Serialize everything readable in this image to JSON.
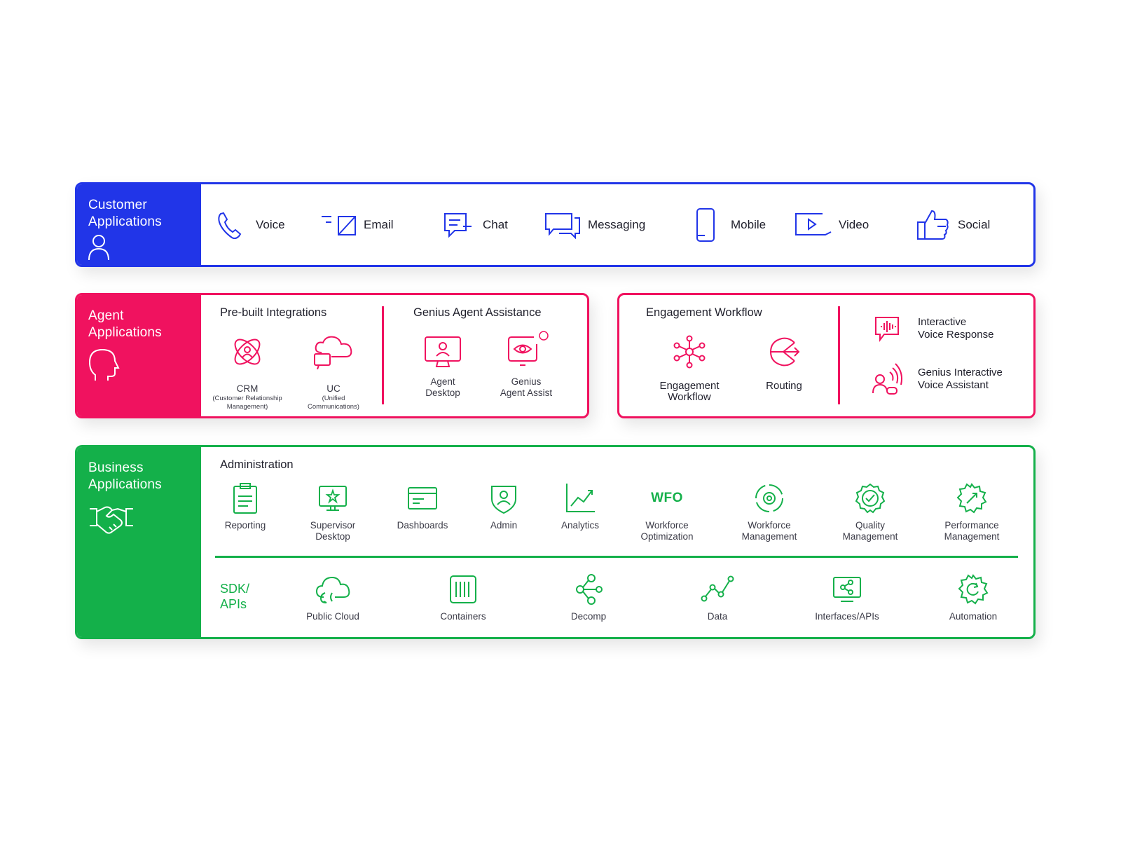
{
  "colors": {
    "customer": "#2135e8",
    "agent": "#f0125f",
    "business": "#14b04a"
  },
  "customer": {
    "title_line1": "Customer",
    "title_line2": "Applications",
    "icon": "person-icon",
    "channels": [
      {
        "label": "Voice",
        "icon": "phone-icon"
      },
      {
        "label": "Email",
        "icon": "email-icon"
      },
      {
        "label": "Chat",
        "icon": "chat-icon"
      },
      {
        "label": "Messaging",
        "icon": "messaging-icon"
      },
      {
        "label": "Mobile",
        "icon": "mobile-icon"
      },
      {
        "label": "Video",
        "icon": "video-icon"
      },
      {
        "label": "Social",
        "icon": "thumbs-up-icon"
      }
    ]
  },
  "agent": {
    "title_line1": "Agent",
    "title_line2": "Applications",
    "icon": "head-icon",
    "integrations": {
      "title": "Pre-built Integrations",
      "items": [
        {
          "label": "CRM",
          "sub": "(Customer Relationship Management)",
          "icon": "crm-icon"
        },
        {
          "label": "UC",
          "sub_line1": "(Unified",
          "sub_line2": "Communications)",
          "icon": "cloud-devices-icon"
        }
      ]
    },
    "assistance": {
      "title": "Genius Agent Assistance",
      "items": [
        {
          "line1": "Agent",
          "line2": "Desktop",
          "icon": "agent-desktop-icon"
        },
        {
          "line1": "Genius",
          "line2": "Agent Assist",
          "icon": "eye-assist-icon"
        }
      ]
    }
  },
  "engagement": {
    "title": "Engagement Workflow",
    "items": [
      {
        "line1": "Engagement",
        "line2": "Workflow",
        "icon": "network-icon"
      },
      {
        "line1": "Routing",
        "icon": "routing-icon"
      }
    ],
    "voice": [
      {
        "line1": "Interactive",
        "line2": "Voice Response",
        "icon": "voice-response-icon"
      },
      {
        "line1": "Genius Interactive",
        "line2": "Voice Assistant",
        "icon": "voice-assistant-icon"
      }
    ]
  },
  "business": {
    "title_line1": "Business",
    "title_line2": "Applications",
    "icon": "handshake-icon",
    "admin_title": "Administration",
    "admin_items": [
      {
        "line1": "Reporting",
        "line2": "",
        "icon": "clipboard-icon"
      },
      {
        "line1": "Supervisor",
        "line2": "Desktop",
        "icon": "supervisor-desktop-icon"
      },
      {
        "line1": "Dashboards",
        "line2": "",
        "icon": "dashboard-icon"
      },
      {
        "line1": "Admin",
        "line2": "",
        "icon": "admin-shield-icon"
      },
      {
        "line1": "Analytics",
        "line2": "",
        "icon": "analytics-icon"
      },
      {
        "line1": "Workforce",
        "line2": "Optimization",
        "icon": "wfo-icon",
        "badge": "WFO"
      },
      {
        "line1": "Workforce",
        "line2": "Management",
        "icon": "workforce-cycle-icon"
      },
      {
        "line1": "Quality",
        "line2": "Management",
        "icon": "quality-badge-icon"
      },
      {
        "line1": "Performance",
        "line2": "Management",
        "icon": "performance-gear-icon"
      }
    ],
    "sdk_line1": "SDK/",
    "sdk_line2": "APIs",
    "sdk_items": [
      {
        "label": "Public Cloud",
        "icon": "cloud-icon"
      },
      {
        "label": "Containers",
        "icon": "container-icon"
      },
      {
        "label": "Decomp",
        "icon": "decomp-icon"
      },
      {
        "label": "Data",
        "icon": "data-graph-icon"
      },
      {
        "label": "Interfaces/APIs",
        "icon": "interfaces-icon"
      },
      {
        "label": "Automation",
        "icon": "automation-gear-icon"
      }
    ]
  }
}
